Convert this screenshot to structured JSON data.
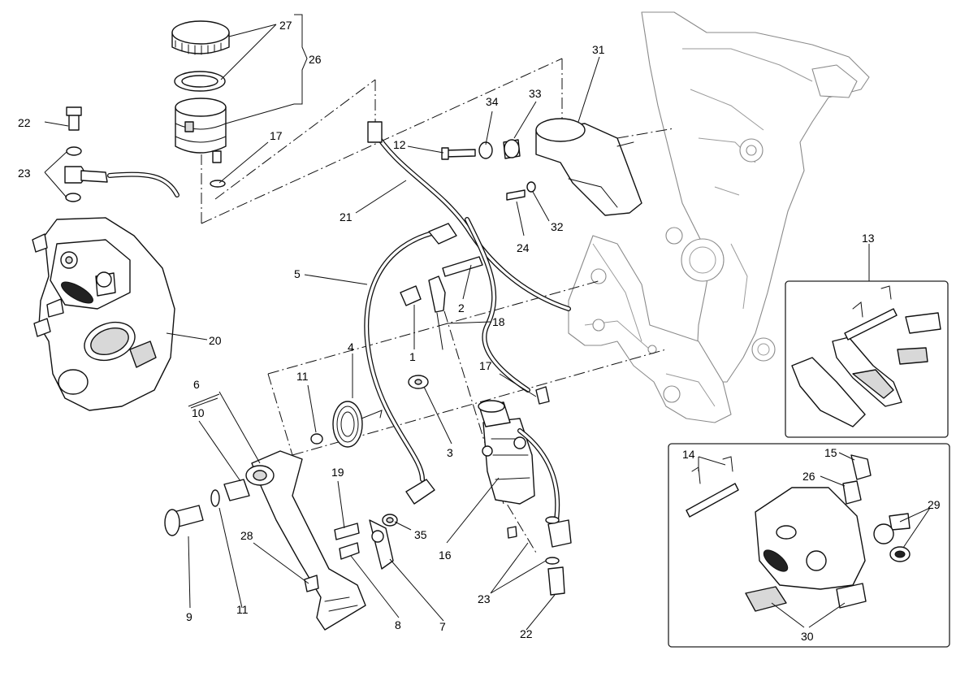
{
  "callouts": [
    {
      "id": "c22a",
      "text": "22"
    },
    {
      "id": "c23a",
      "text": "23"
    },
    {
      "id": "c27",
      "text": "27"
    },
    {
      "id": "c26a",
      "text": "26"
    },
    {
      "id": "c17a",
      "text": "17"
    },
    {
      "id": "c21",
      "text": "21"
    },
    {
      "id": "c34",
      "text": "34"
    },
    {
      "id": "c33",
      "text": "33"
    },
    {
      "id": "c31",
      "text": "31"
    },
    {
      "id": "c12",
      "text": "12"
    },
    {
      "id": "c24",
      "text": "24"
    },
    {
      "id": "c32",
      "text": "32"
    },
    {
      "id": "c5",
      "text": "5"
    },
    {
      "id": "c2",
      "text": "2"
    },
    {
      "id": "c18",
      "text": "18"
    },
    {
      "id": "c1",
      "text": "1"
    },
    {
      "id": "c20",
      "text": "20"
    },
    {
      "id": "c4",
      "text": "4"
    },
    {
      "id": "c11a",
      "text": "11"
    },
    {
      "id": "c6",
      "text": "6"
    },
    {
      "id": "c10",
      "text": "10"
    },
    {
      "id": "c3",
      "text": "3"
    },
    {
      "id": "c17b",
      "text": "17"
    },
    {
      "id": "c13",
      "text": "13"
    },
    {
      "id": "c19",
      "text": "19"
    },
    {
      "id": "c35",
      "text": "35"
    },
    {
      "id": "c16",
      "text": "16"
    },
    {
      "id": "c28",
      "text": "28"
    },
    {
      "id": "c9",
      "text": "9"
    },
    {
      "id": "c11b",
      "text": "11"
    },
    {
      "id": "c8",
      "text": "8"
    },
    {
      "id": "c7",
      "text": "7"
    },
    {
      "id": "c23b",
      "text": "23"
    },
    {
      "id": "c22b",
      "text": "22"
    },
    {
      "id": "c14",
      "text": "14"
    },
    {
      "id": "c15",
      "text": "15"
    },
    {
      "id": "c26b",
      "text": "26"
    },
    {
      "id": "c29",
      "text": "29"
    },
    {
      "id": "c30",
      "text": "30"
    }
  ],
  "colors": {
    "line": "#111111",
    "frame": "#8a8a8a",
    "background": "#ffffff"
  }
}
